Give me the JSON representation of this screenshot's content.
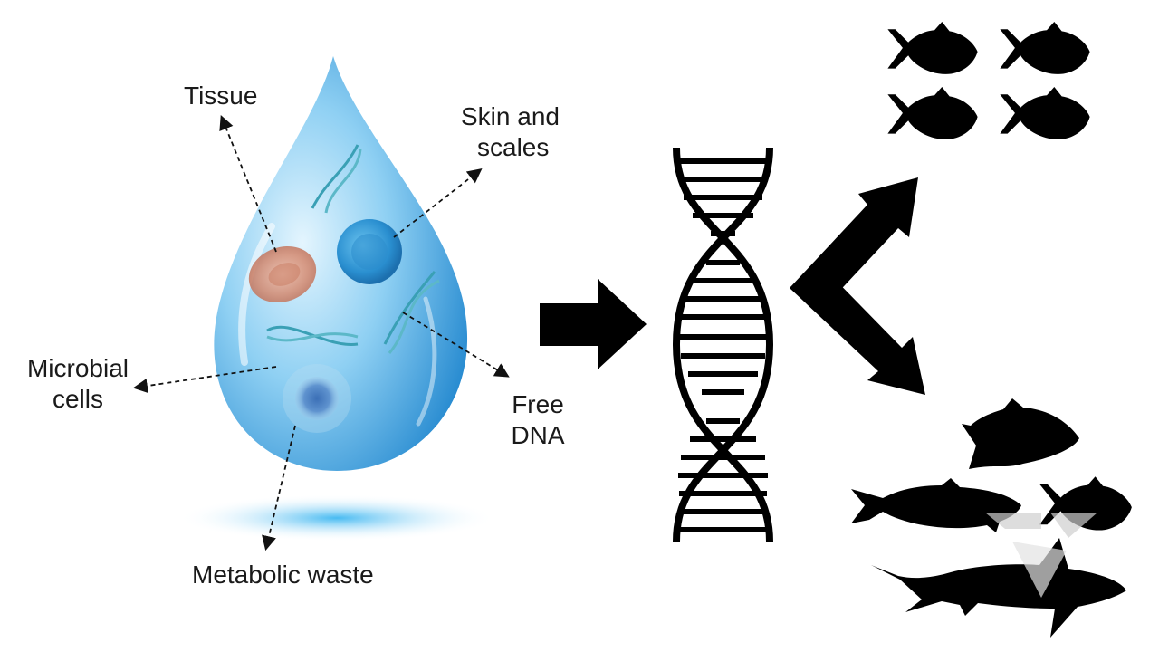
{
  "labels": {
    "tissue": "Tissue",
    "skin_line1": "Skin and",
    "skin_line2": "scales",
    "microbial_line1": "Microbial",
    "microbial_line2": "cells",
    "free_line1": "Free",
    "free_line2": "DNA",
    "metabolic": "Metabolic waste"
  },
  "colors": {
    "drop_light": "#dff3fd",
    "drop_mid": "#7cc6ef",
    "drop_dark": "#1e86cf",
    "cell_red": "#d2876e",
    "cell_blue": "#2a8fd0",
    "dna_strand": "#3aa0b5",
    "silhouette": "#000000",
    "text": "#1a1a1a"
  },
  "icons": {
    "water_drop": "water-drop-icon",
    "dna": "dna-helix-icon",
    "fish": "fish-icon",
    "shark": "shark-icon"
  }
}
